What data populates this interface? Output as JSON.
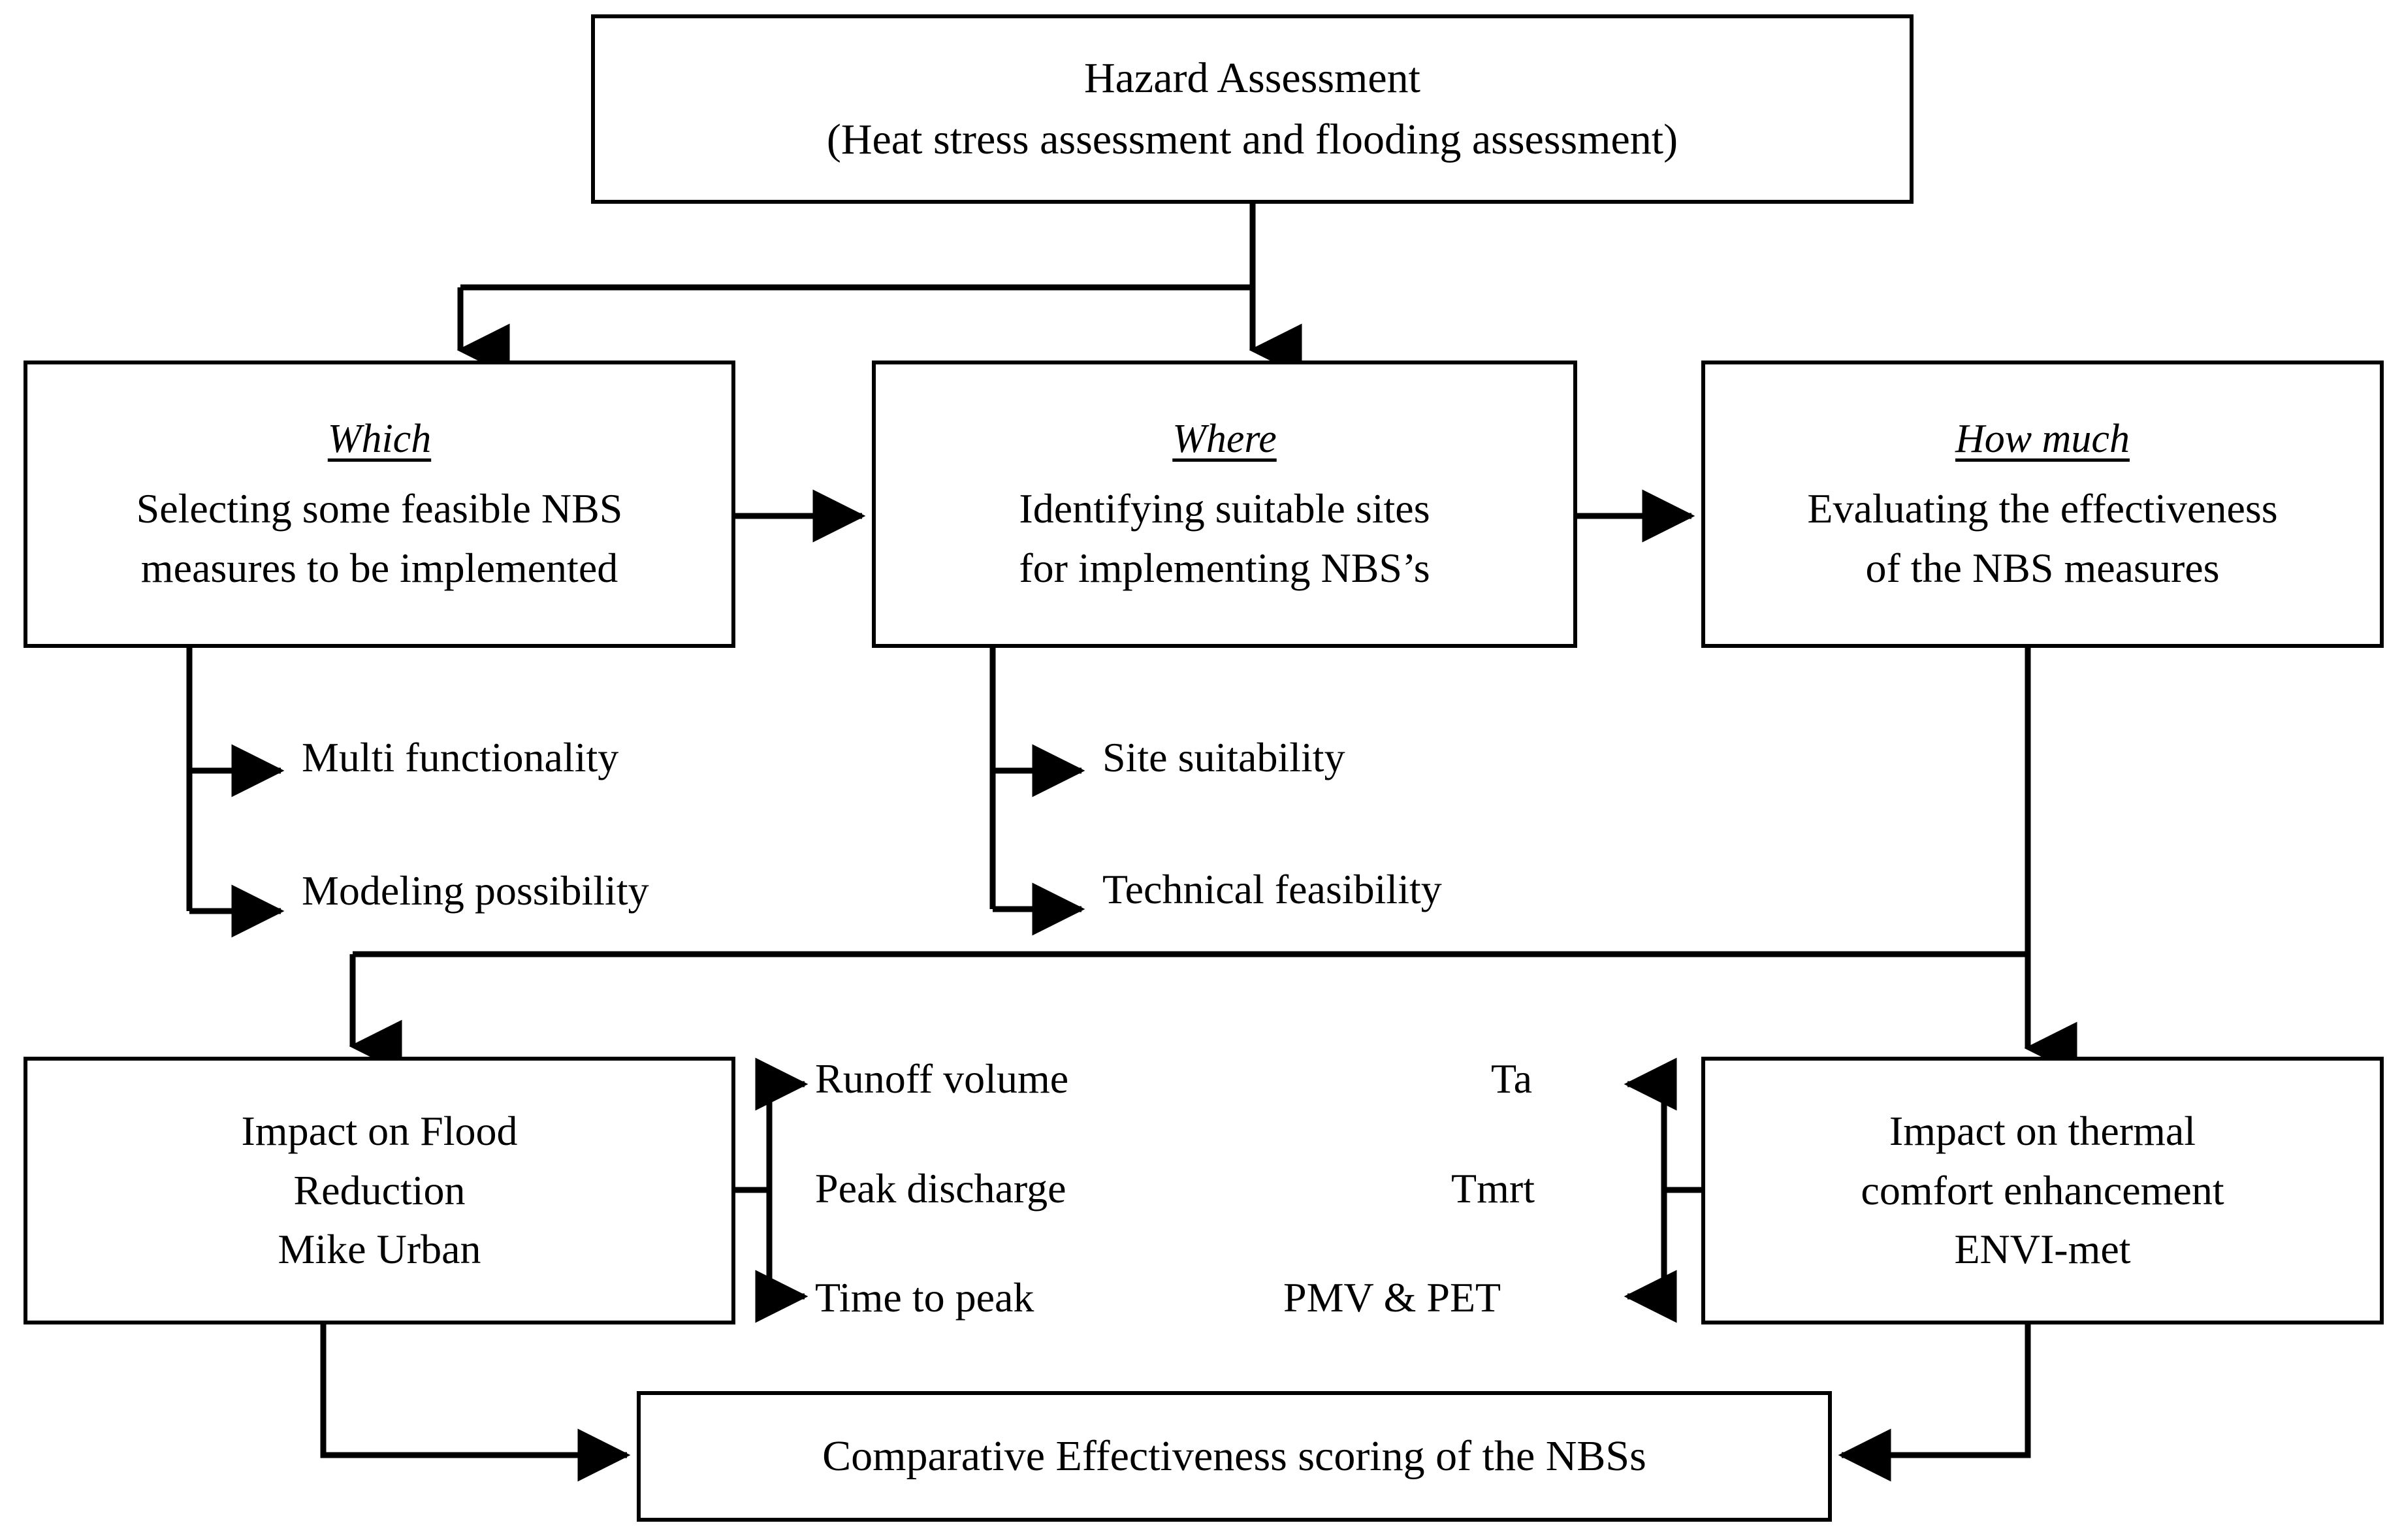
{
  "diagram": {
    "title": "NBS assessment framework flowchart",
    "accent_color": "#000000",
    "background_color": "#ffffff"
  },
  "nodes": {
    "hazard": {
      "line1": "Hazard Assessment",
      "line2": "(Heat stress assessment and flooding assessment)"
    },
    "which": {
      "header": "Which",
      "line1": "Selecting some feasible NBS",
      "line2": "measures to be implemented"
    },
    "where": {
      "header": "Where",
      "line1": "Identifying suitable sites",
      "line2": "for implementing NBS’s"
    },
    "howmuch": {
      "header": "How much",
      "line1": "Evaluating the effectiveness",
      "line2": "of the NBS measures"
    },
    "flood": {
      "line1": "Impact on Flood",
      "line2": "Reduction",
      "line3": "Mike Urban"
    },
    "thermal": {
      "line1": "Impact on thermal",
      "line2": "comfort enhancement",
      "line3": "ENVI-met"
    },
    "compare": {
      "line1": "Comparative Effectiveness scoring of the NBSs"
    }
  },
  "criteria": {
    "which_branches": [
      "Multi functionality",
      "Modeling possibility"
    ],
    "where_branches": [
      "Site suitability",
      "Technical feasibility"
    ]
  },
  "outputs": {
    "flood_metrics": [
      "Runoff volume",
      "Peak discharge",
      "Time to peak"
    ],
    "thermal_metrics": [
      "Ta",
      "Tmrt",
      "PMV & PET"
    ]
  },
  "labels": {
    "multi_functionality": "Multi functionality",
    "modeling_possibility": "Modeling possibility",
    "site_suitability": "Site suitability",
    "technical_feasibility": "Technical feasibility",
    "runoff_volume": "Runoff volume",
    "peak_discharge": "Peak discharge",
    "time_to_peak": "Time to peak",
    "ta": "Ta",
    "tmrt": "Tmrt",
    "pmv_pet": "PMV & PET"
  }
}
